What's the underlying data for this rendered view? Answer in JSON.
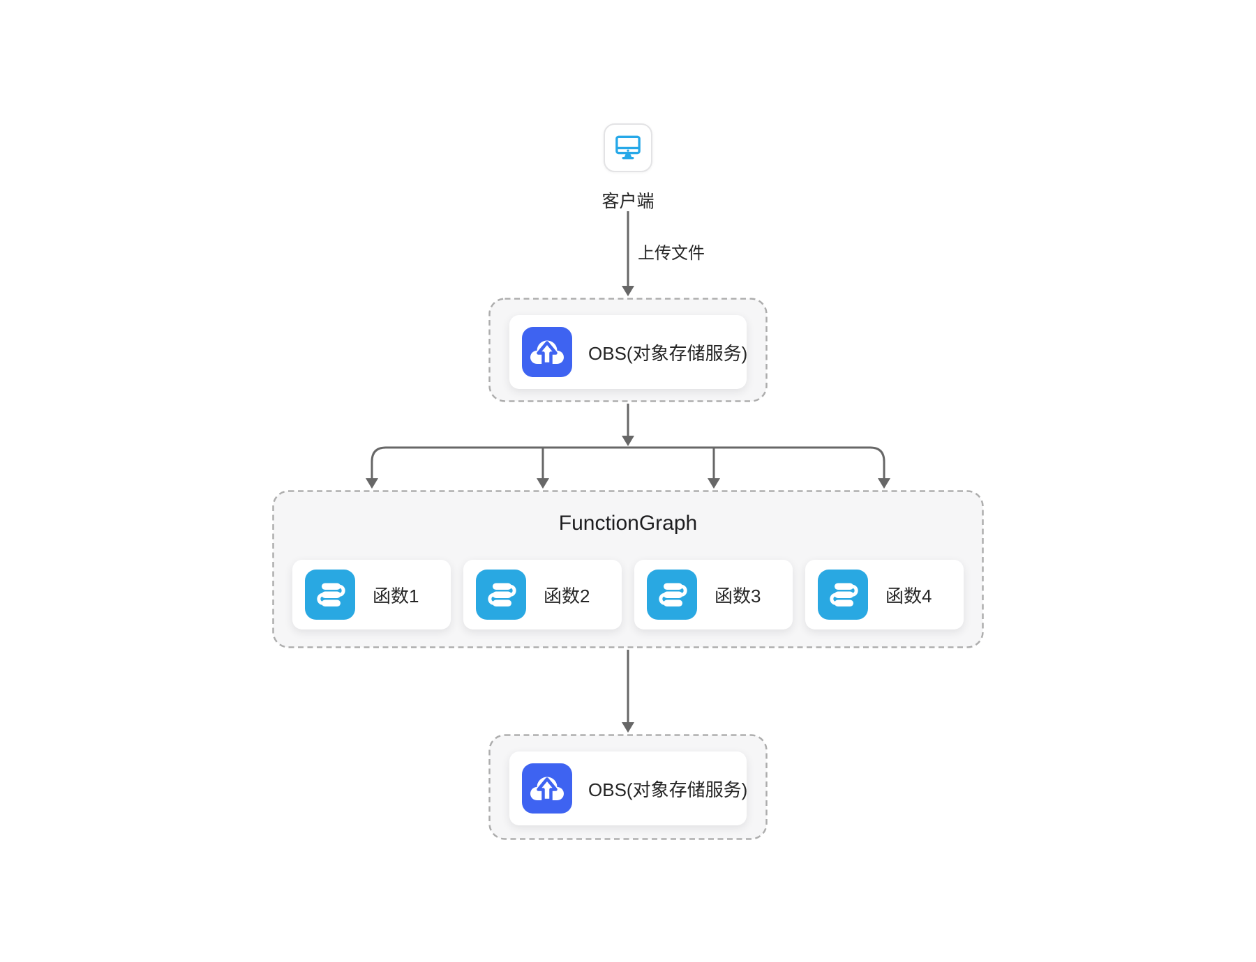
{
  "diagram": {
    "client": {
      "label": "客户端",
      "icon": "monitor-icon"
    },
    "edges": {
      "upload_label": "上传文件"
    },
    "obs_top": {
      "label": "OBS(对象存储服务)",
      "icon": "obs-cloud-upload-icon"
    },
    "function_graph": {
      "title": "FunctionGraph",
      "functions": [
        {
          "label": "函数1",
          "icon": "function-icon"
        },
        {
          "label": "函数2",
          "icon": "function-icon"
        },
        {
          "label": "函数3",
          "icon": "function-icon"
        },
        {
          "label": "函数4",
          "icon": "function-icon"
        }
      ]
    },
    "obs_bottom": {
      "label": "OBS(对象存储服务)",
      "icon": "obs-cloud-upload-icon"
    },
    "colors": {
      "obs_icon_blue": "#3E63F1",
      "function_icon_cyan": "#29A8E2",
      "client_icon_cyan": "#26A8E8",
      "arrow_gray": "#676767",
      "dashed_border_gray": "#ADADAD",
      "container_bg": "#F6F6F7",
      "card_bg": "#FFFFFF",
      "text_dark": "#242424"
    }
  }
}
